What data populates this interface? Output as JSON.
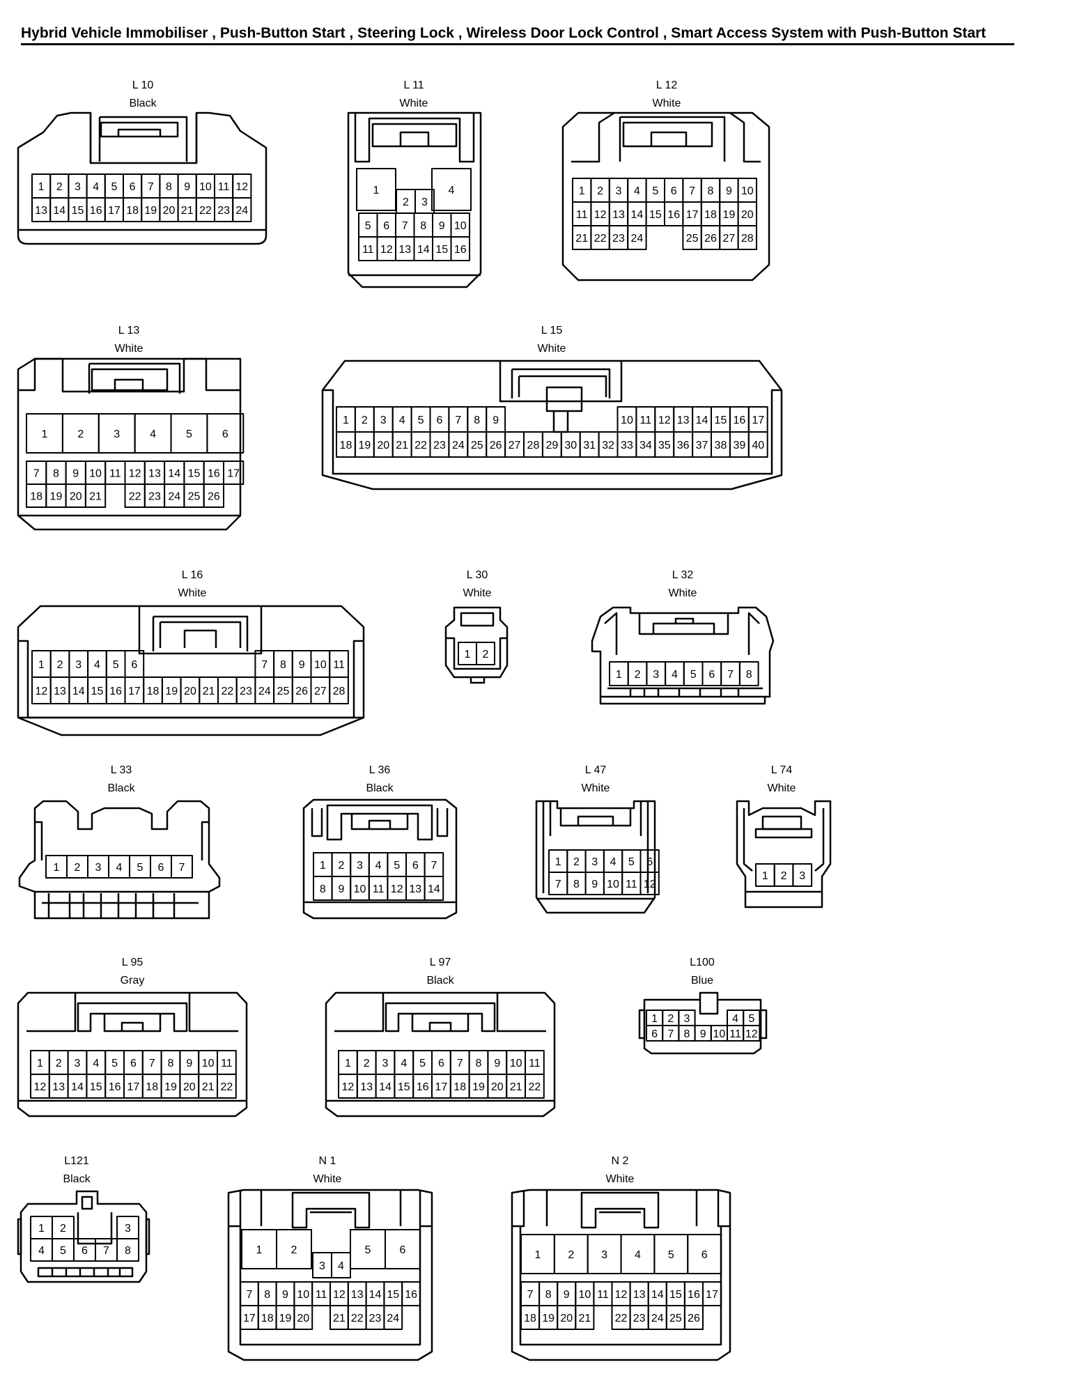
{
  "page_title": "Hybrid Vehicle Immobiliser , Push-Button Start , Steering Lock , Wireless Door Lock Control , Smart Access System with Push-Button Start",
  "connectors": [
    {
      "id": "L10",
      "name": "L 10",
      "color": "Black",
      "rows": [
        [
          1,
          2,
          3,
          4,
          5,
          6,
          7,
          8,
          9,
          10,
          11,
          12
        ],
        [
          13,
          14,
          15,
          16,
          17,
          18,
          19,
          20,
          21,
          22,
          23,
          24
        ]
      ]
    },
    {
      "id": "L11",
      "name": "L 11",
      "color": "White",
      "big": [
        1,
        4
      ],
      "rows": [
        [
          2,
          3
        ],
        [
          5,
          6,
          7,
          8,
          9,
          10
        ],
        [
          11,
          12,
          13,
          14,
          15,
          16
        ]
      ]
    },
    {
      "id": "L12",
      "name": "L 12",
      "color": "White",
      "rows": [
        [
          1,
          2,
          3,
          4,
          5,
          6,
          7,
          8,
          9,
          10
        ],
        [
          11,
          12,
          13,
          14,
          15,
          16,
          17,
          18,
          19,
          20
        ],
        [
          21,
          22,
          23,
          24,
          null,
          null,
          25,
          26,
          27,
          28
        ]
      ]
    },
    {
      "id": "L13",
      "name": "L 13",
      "color": "White",
      "big": [
        1,
        2,
        3,
        4,
        5,
        6
      ],
      "rows": [
        [
          7,
          8,
          9,
          10,
          11,
          12,
          13,
          14,
          15,
          16,
          17
        ],
        [
          18,
          19,
          20,
          21,
          null,
          22,
          23,
          24,
          25,
          26
        ]
      ]
    },
    {
      "id": "L15",
      "name": "L 15",
      "color": "White",
      "rows": [
        [
          1,
          2,
          3,
          4,
          5,
          6,
          7,
          8,
          9,
          null,
          null,
          null,
          null,
          null,
          null,
          10,
          11,
          12,
          13,
          14,
          15,
          16,
          17
        ],
        [
          18,
          19,
          20,
          21,
          22,
          23,
          24,
          25,
          26,
          27,
          28,
          29,
          30,
          31,
          32,
          33,
          34,
          35,
          36,
          37,
          38,
          39,
          40
        ]
      ]
    },
    {
      "id": "L16",
      "name": "L 16",
      "color": "White",
      "rows": [
        [
          1,
          2,
          3,
          4,
          5,
          6,
          null,
          null,
          null,
          null,
          null,
          null,
          7,
          8,
          9,
          10,
          11
        ],
        [
          12,
          13,
          14,
          15,
          16,
          17,
          18,
          19,
          20,
          21,
          22,
          23,
          24,
          25,
          26,
          27,
          28
        ]
      ]
    },
    {
      "id": "L30",
      "name": "L 30",
      "color": "White",
      "rows": [
        [
          1,
          2
        ]
      ]
    },
    {
      "id": "L32",
      "name": "L 32",
      "color": "White",
      "rows": [
        [
          1,
          2,
          3,
          4,
          5,
          6,
          7,
          8
        ]
      ]
    },
    {
      "id": "L33",
      "name": "L 33",
      "color": "Black",
      "rows": [
        [
          1,
          2,
          3,
          4,
          5,
          6,
          7
        ]
      ]
    },
    {
      "id": "L36",
      "name": "L 36",
      "color": "Black",
      "rows": [
        [
          1,
          2,
          3,
          4,
          5,
          6,
          7
        ],
        [
          8,
          9,
          10,
          11,
          12,
          13,
          14
        ]
      ]
    },
    {
      "id": "L47",
      "name": "L 47",
      "color": "White",
      "rows": [
        [
          1,
          2,
          3,
          4,
          5,
          6
        ],
        [
          7,
          8,
          9,
          10,
          11,
          12
        ]
      ]
    },
    {
      "id": "L74",
      "name": "L 74",
      "color": "White",
      "rows": [
        [
          1,
          2,
          3
        ]
      ]
    },
    {
      "id": "L95",
      "name": "L 95",
      "color": "Gray",
      "rows": [
        [
          1,
          2,
          3,
          4,
          5,
          6,
          7,
          8,
          9,
          10,
          11
        ],
        [
          12,
          13,
          14,
          15,
          16,
          17,
          18,
          19,
          20,
          21,
          22
        ]
      ]
    },
    {
      "id": "L97",
      "name": "L 97",
      "color": "Black",
      "rows": [
        [
          1,
          2,
          3,
          4,
          5,
          6,
          7,
          8,
          9,
          10,
          11
        ],
        [
          12,
          13,
          14,
          15,
          16,
          17,
          18,
          19,
          20,
          21,
          22
        ]
      ]
    },
    {
      "id": "L100",
      "name": "L100",
      "color": "Blue",
      "rows": [
        [
          1,
          2,
          3,
          null,
          null,
          4,
          5
        ],
        [
          6,
          7,
          8,
          9,
          10,
          11,
          12
        ]
      ]
    },
    {
      "id": "L121",
      "name": "L121",
      "color": "Black",
      "rows": [
        [
          1,
          2,
          null,
          null,
          3
        ],
        [
          4,
          5,
          6,
          7,
          8
        ]
      ]
    },
    {
      "id": "N1",
      "name": "N 1",
      "color": "White",
      "big": [
        1,
        2,
        5,
        6
      ],
      "mid": [
        3,
        4
      ],
      "rows": [
        [
          7,
          8,
          9,
          10,
          11,
          12,
          13,
          14,
          15,
          16
        ],
        [
          17,
          18,
          19,
          20,
          null,
          21,
          22,
          23,
          24
        ]
      ]
    },
    {
      "id": "N2",
      "name": "N 2",
      "color": "White",
      "big": [
        1,
        2,
        3,
        4,
        5,
        6
      ],
      "rows": [
        [
          7,
          8,
          9,
          10,
          11,
          12,
          13,
          14,
          15,
          16,
          17
        ],
        [
          18,
          19,
          20,
          21,
          null,
          22,
          23,
          24,
          25,
          26
        ]
      ]
    }
  ]
}
